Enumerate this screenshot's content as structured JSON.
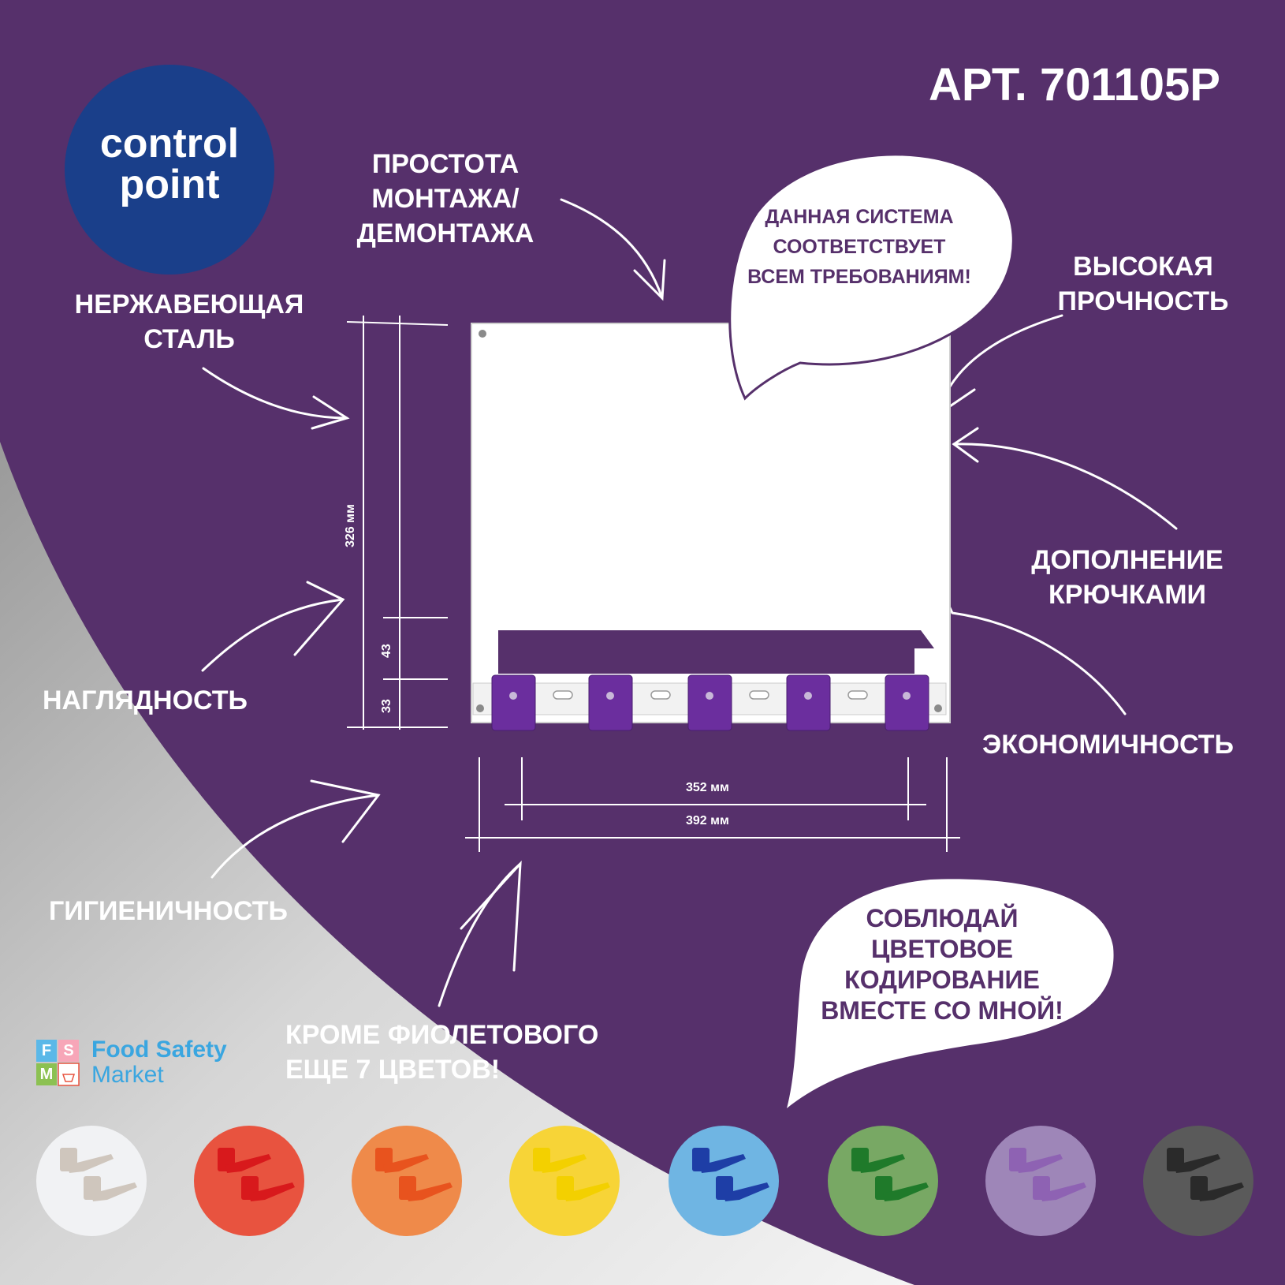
{
  "article": "АРТ. 701105P",
  "logo": {
    "line1": "control",
    "line2": "point",
    "color": "#1a3f8a"
  },
  "labels": {
    "stainless_1": "НЕРЖАВЕЮЩАЯ",
    "stainless_2": "СТАЛЬ",
    "mounting_1": "ПРОСТОТА",
    "mounting_2": "МОНТАЖА/",
    "mounting_3": "ДЕМОНТАЖА",
    "strength_1": "ВЫСОКАЯ",
    "strength_2": "ПРОЧНОСТЬ",
    "hooks_1": "ДОПОЛНЕНИЕ",
    "hooks_2": "КРЮЧКАМИ",
    "visibility": "НАГЛЯДНОСТЬ",
    "economy": "ЭКОНОМИЧНОСТЬ",
    "hygiene": "ГИГИЕНИЧНОСТЬ",
    "colors_1": "КРОМЕ ФИОЛЕТОВОГО",
    "colors_2": "ЕЩЕ 7 ЦВЕТОВ!"
  },
  "bubble_top": {
    "line1": "ДАННАЯ СИСТЕМА",
    "line2": "СООТВЕТСТВУЕТ",
    "line3": "ВСЕМ ТРЕБОВАНИЯМ!"
  },
  "bubble_bottom": {
    "line1": "СОБЛЮДАЙ",
    "line2": "ЦВЕТОВОЕ",
    "line3": "КОДИРОВАНИЕ",
    "line4": "ВМЕСТЕ СО МНОЙ!"
  },
  "dimensions": {
    "height_total": "326 мм",
    "height_mid": "43",
    "height_bottom": "33",
    "width_inner": "352 мм",
    "width_outer": "392 мм"
  },
  "brand": {
    "letters": [
      "F",
      "S",
      "M"
    ],
    "line1": "Food Safety",
    "line2": "Market"
  },
  "colors": {
    "background": "#56306b",
    "accent": "#6b2e9e",
    "swatches": [
      "#f1f2f4",
      "#e8533f",
      "#ef8a4a",
      "#f7d437",
      "#6fb5e3",
      "#78a864",
      "#9e86b8",
      "#5a5a5a"
    ],
    "hook_colors": [
      "#cfc6bd",
      "#d8191c",
      "#e8531e",
      "#f3d000",
      "#1e3ea6",
      "#1f7a2a",
      "#8e62b3",
      "#2a2a2a"
    ]
  }
}
